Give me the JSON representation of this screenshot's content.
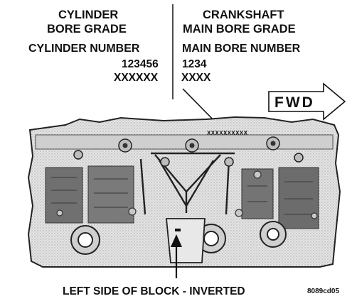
{
  "table": {
    "left_header_line1": "CYLINDER",
    "left_header_line2": "BORE GRADE",
    "right_header_line1": "CRANKSHAFT",
    "right_header_line2": "MAIN BORE GRADE",
    "left_subheader": "CYLINDER NUMBER",
    "right_subheader": "MAIN BORE NUMBER",
    "left_digits": "123456",
    "left_grades": "XXXXXX",
    "right_digits": "1234",
    "right_grades": "XXXX"
  },
  "direction_label": "FWD",
  "stamp_code": "XXXXXXXXXX",
  "caption": "LEFT SIDE OF BLOCK -  INVERTED",
  "figure_id": "8089cd05",
  "colors": {
    "ink": "#111111",
    "block_fill": "#d9d9d9",
    "block_dark": "#6f6f6f",
    "paper": "#ffffff"
  }
}
